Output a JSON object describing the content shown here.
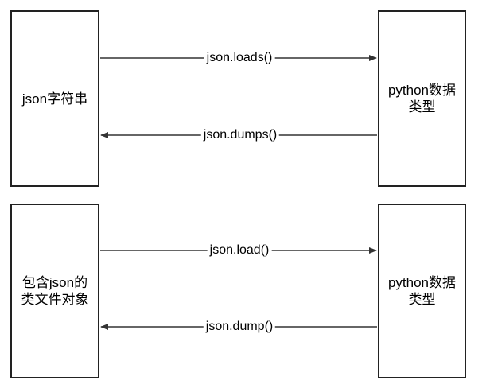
{
  "boxes": {
    "top_left": "json字符串",
    "top_right": "python数据\n类型",
    "bottom_left": "包含json的\n类文件对象",
    "bottom_right": "python数据\n类型"
  },
  "arrows": {
    "loads": "json.loads()",
    "dumps": "json.dumps()",
    "load": "json.load()",
    "dump": "json.dump()"
  },
  "colors": {
    "line": "#333333",
    "border": "#222222"
  }
}
